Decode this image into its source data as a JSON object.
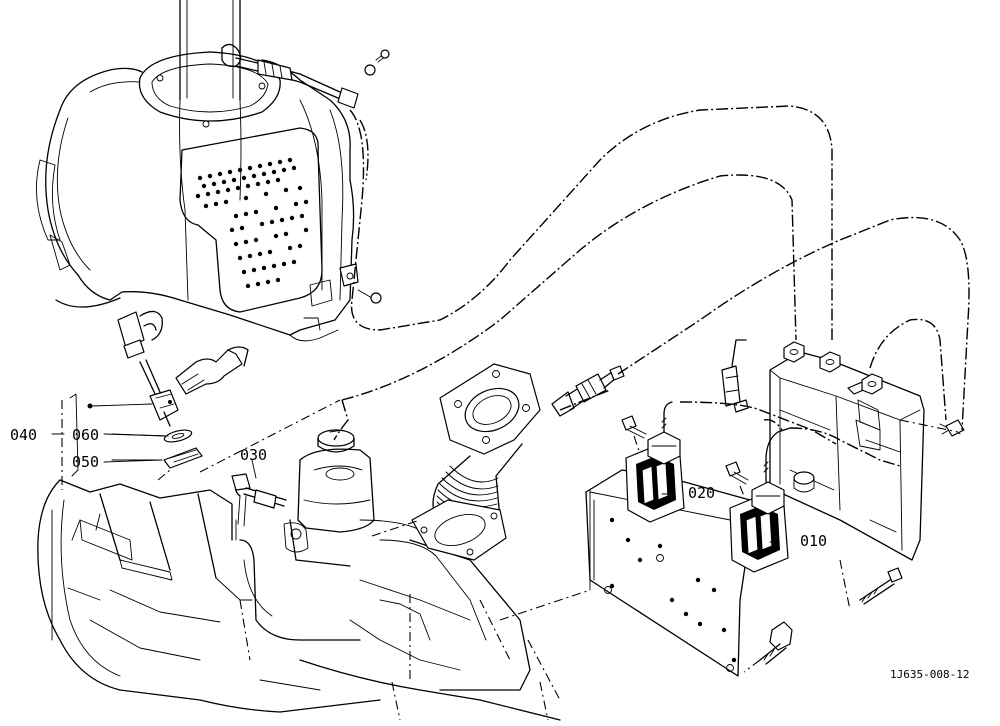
{
  "diagram": {
    "code": "1J635-008-12",
    "parts": [
      {
        "id": "p040",
        "label": "040"
      },
      {
        "id": "p060",
        "label": "060"
      },
      {
        "id": "p050",
        "label": "050"
      },
      {
        "id": "p030",
        "label": "030"
      },
      {
        "id": "p020",
        "label": "020"
      },
      {
        "id": "p010",
        "label": "010"
      }
    ]
  }
}
